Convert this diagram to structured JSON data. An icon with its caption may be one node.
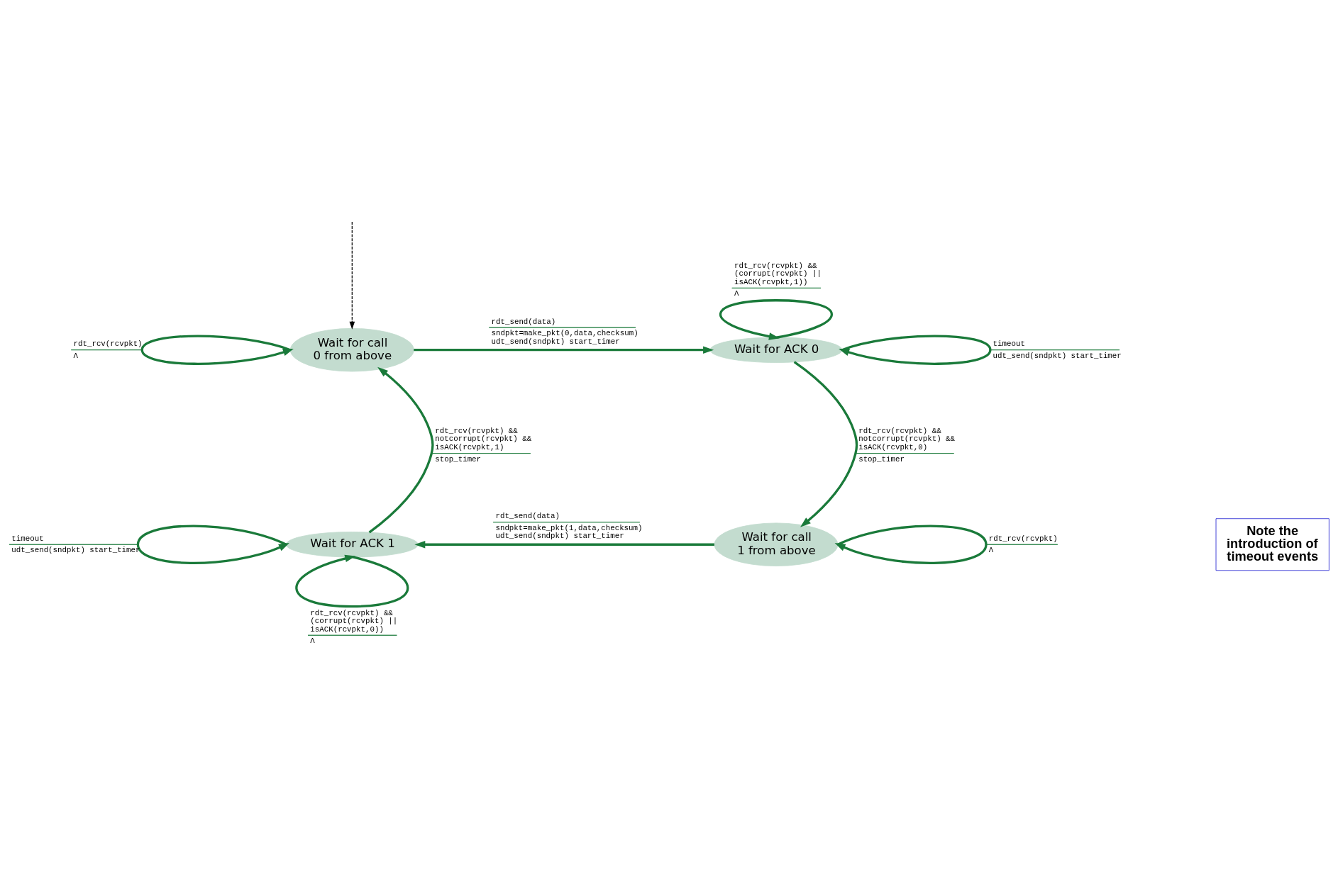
{
  "diagram": {
    "nodes": [
      {
        "text": [
          "Wait for call 0 from above"
        ]
      },
      {
        "text": [
          "Wait for ACK 0"
        ]
      },
      {
        "text": [
          "Wait for ACK 1"
        ]
      },
      {
        "text": [
          "Wait for call 1 from above"
        ]
      },
      {
        "text": [
          "Note the introduction of timeout events"
        ]
      }
    ],
    "edges": [
      {
        "from": null,
        "to": 0,
        "arrow": "to",
        "style": "dashed",
        "color": "#000000"
      },
      {
        "from": 0,
        "to": 1,
        "arrow": "to",
        "label": [
          "rdt_send(data)",
          "sndpkt=make_pkt(0,data,checksum) udt_send(sndpkt) start_timer"
        ]
      },
      {
        "from": 0,
        "to": 0,
        "arrow": "to",
        "label": [
          "rdt_rcv(rcvpkt)",
          "Λ"
        ]
      },
      {
        "from": 1,
        "to": 1,
        "arrow": "to",
        "label": [
          "rdt_rcv(rcvpkt) && (corrupt(rcvpkt) || isACK(rcvpkt,1))",
          "Λ"
        ]
      },
      {
        "from": 1,
        "to": 1,
        "arrow": "to",
        "label": [
          "timeout",
          "udt_send(sndpkt) start_timer"
        ]
      },
      {
        "from": 1,
        "to": 3,
        "arrow": "to",
        "label": [
          "rdt_rcv(rcvpkt) && notcorrupt(rcvpkt) && isACK(rcvpkt,0)",
          "stop_timer"
        ]
      },
      {
        "from": 3,
        "to": 3,
        "arrow": "to",
        "label": [
          "rdt_rcv(rcvpkt)",
          "Λ"
        ]
      },
      {
        "from": 3,
        "to": 2,
        "arrow": "to",
        "label": [
          "rdt_send(data)",
          "sndpkt=make_pkt(1,data,checksum) udt_send(sndpkt) start_timer"
        ]
      },
      {
        "from": 2,
        "to": 2,
        "arrow": "to",
        "label": [
          "timeout",
          "udt_send(sndpkt) start_timer"
        ]
      },
      {
        "from": 2,
        "to": 2,
        "arrow": "to",
        "label": [
          "rdt_rcv(rcvpkt) && (corrupt(rcvpkt) || isACK(rcvpkt,0))",
          "Λ"
        ]
      },
      {
        "from": 2,
        "to": 0,
        "arrow": "to",
        "label": [
          "rdt_rcv(rcvpkt) && notcorrupt(rcvpkt) && isACK(rcvpkt,1)",
          "stop_timer"
        ]
      }
    ]
  }
}
